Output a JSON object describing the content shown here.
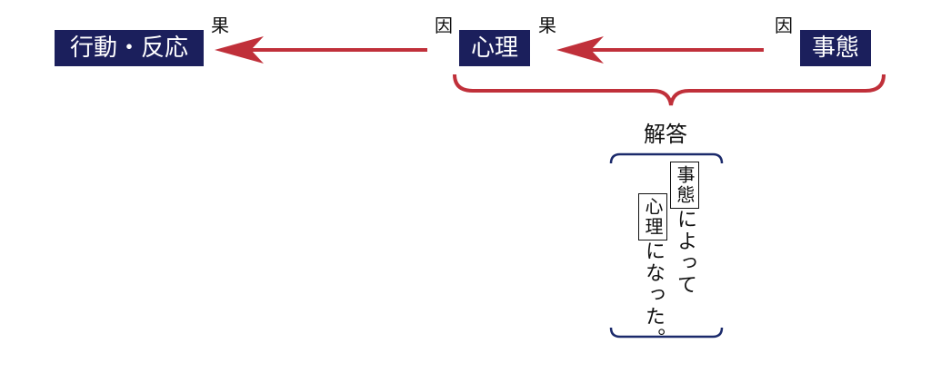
{
  "boxes": {
    "action_reaction": "行動・反応",
    "psychology": "心理",
    "situation": "事態"
  },
  "tags": {
    "effect_left": "果",
    "cause_mid": "因",
    "effect_mid": "果",
    "cause_right": "因"
  },
  "answer": {
    "title": "解答",
    "col1_boxed": "事態",
    "col1_text": "によって",
    "col2_boxed": "心理",
    "col2_text": "になった。"
  },
  "colors": {
    "box_bg": "#1b1f5c",
    "arrow": "#c0303a",
    "brace_red": "#c0303a",
    "bracket_navy": "#1b2a6b"
  }
}
